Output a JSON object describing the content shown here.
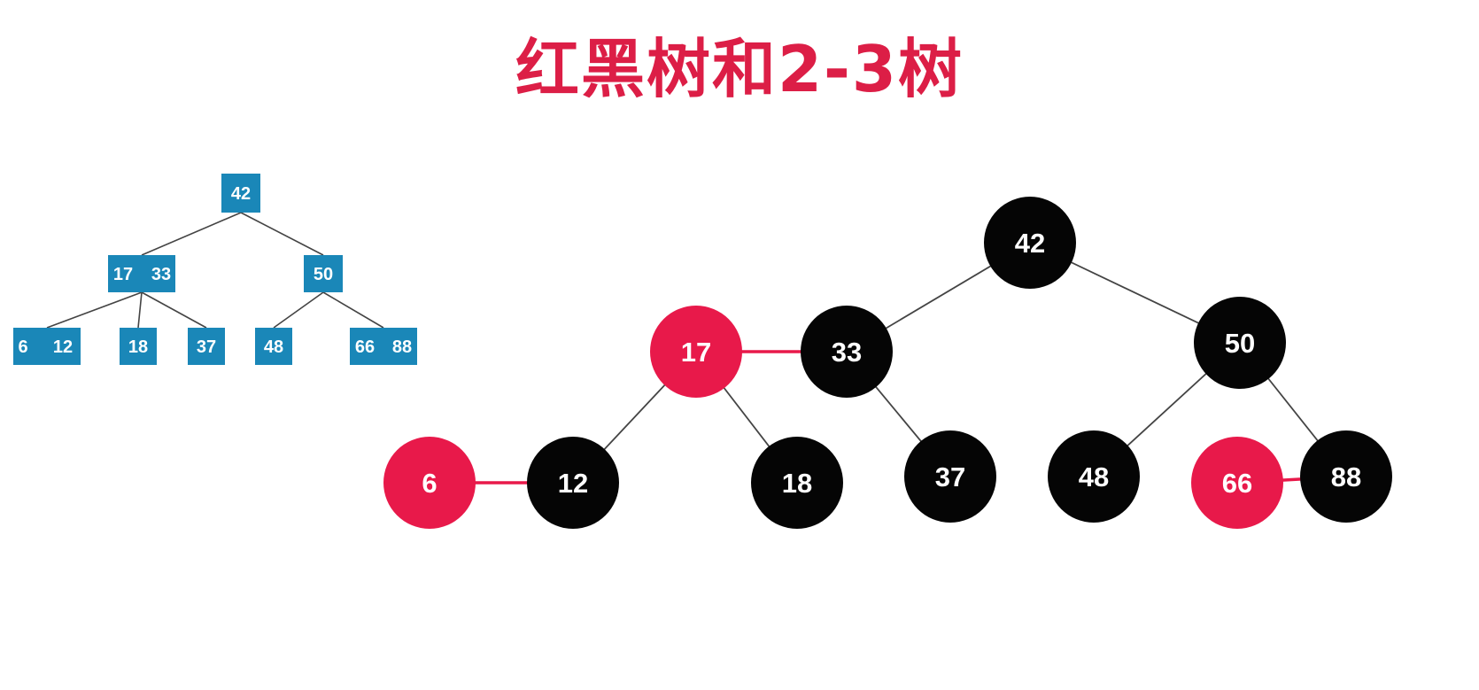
{
  "title": "红黑树和2-3树",
  "colors": {
    "title": "#dc1e46",
    "two_three_node": "#1a87b8",
    "red_node": "#e8194a",
    "black_node": "#050505",
    "edge": "#444444",
    "red_link": "#e8194a",
    "label": "#ffffff"
  },
  "two_three_tree": {
    "nodes": [
      {
        "id": "n42",
        "keys": [
          "42"
        ]
      },
      {
        "id": "n17_33",
        "keys": [
          "17",
          "33"
        ]
      },
      {
        "id": "n50",
        "keys": [
          "50"
        ]
      },
      {
        "id": "n6_12",
        "keys": [
          "6",
          "12"
        ]
      },
      {
        "id": "n18",
        "keys": [
          "18"
        ]
      },
      {
        "id": "n37",
        "keys": [
          "37"
        ]
      },
      {
        "id": "n48",
        "keys": [
          "48"
        ]
      },
      {
        "id": "n66_88",
        "keys": [
          "66",
          "88"
        ]
      }
    ],
    "edges": [
      [
        "n42",
        "n17_33"
      ],
      [
        "n42",
        "n50"
      ],
      [
        "n17_33",
        "n6_12"
      ],
      [
        "n17_33",
        "n18"
      ],
      [
        "n17_33",
        "n37"
      ],
      [
        "n50",
        "n48"
      ],
      [
        "n50",
        "n66_88"
      ]
    ]
  },
  "red_black_tree": {
    "nodes": [
      {
        "id": "r42",
        "key": "42",
        "color": "black"
      },
      {
        "id": "r17",
        "key": "17",
        "color": "red"
      },
      {
        "id": "r33",
        "key": "33",
        "color": "black"
      },
      {
        "id": "r50",
        "key": "50",
        "color": "black"
      },
      {
        "id": "r6",
        "key": "6",
        "color": "red"
      },
      {
        "id": "r12",
        "key": "12",
        "color": "black"
      },
      {
        "id": "r18",
        "key": "18",
        "color": "black"
      },
      {
        "id": "r37",
        "key": "37",
        "color": "black"
      },
      {
        "id": "r48",
        "key": "48",
        "color": "black"
      },
      {
        "id": "r66",
        "key": "66",
        "color": "red"
      },
      {
        "id": "r88",
        "key": "88",
        "color": "black"
      }
    ],
    "edges": [
      {
        "from": "r42",
        "to": "r33",
        "kind": "black"
      },
      {
        "from": "r42",
        "to": "r50",
        "kind": "black"
      },
      {
        "from": "r17",
        "to": "r33",
        "kind": "red"
      },
      {
        "from": "r17",
        "to": "r12",
        "kind": "black"
      },
      {
        "from": "r17",
        "to": "r18",
        "kind": "black"
      },
      {
        "from": "r33",
        "to": "r37",
        "kind": "black"
      },
      {
        "from": "r50",
        "to": "r48",
        "kind": "black"
      },
      {
        "from": "r50",
        "to": "r88",
        "kind": "black"
      },
      {
        "from": "r6",
        "to": "r12",
        "kind": "red"
      },
      {
        "from": "r66",
        "to": "r88",
        "kind": "red"
      }
    ]
  }
}
